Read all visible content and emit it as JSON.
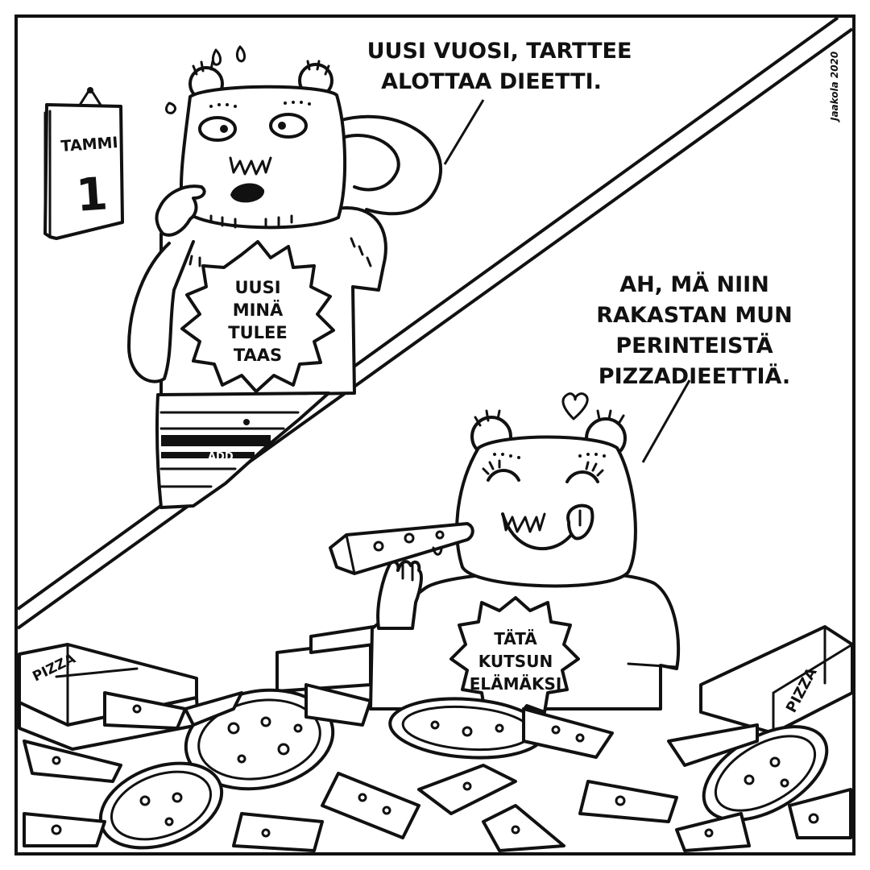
{
  "panel_top": {
    "calendar": {
      "month": "TAMMI",
      "day": "1"
    },
    "speech": [
      "UUSI VUOSI, TARTTEE",
      "ALOTTAA DIEETTI."
    ],
    "shirt": [
      "UUSI",
      "MINÄ",
      "TULEE",
      "TAAS"
    ],
    "waistband": "ADD"
  },
  "panel_bottom": {
    "speech": [
      "AH, MÄ NIIN",
      "RAKASTAN MUN",
      "PERINTEISTÄ",
      "PIZZADIEETTIÄ."
    ],
    "shirt": [
      "TÄTÄ",
      "KUTSUN",
      "ELÄMÄKSI"
    ],
    "box_left": "PIZZA",
    "box_right": "PIZZA"
  },
  "signature": "Jaakola 2020"
}
